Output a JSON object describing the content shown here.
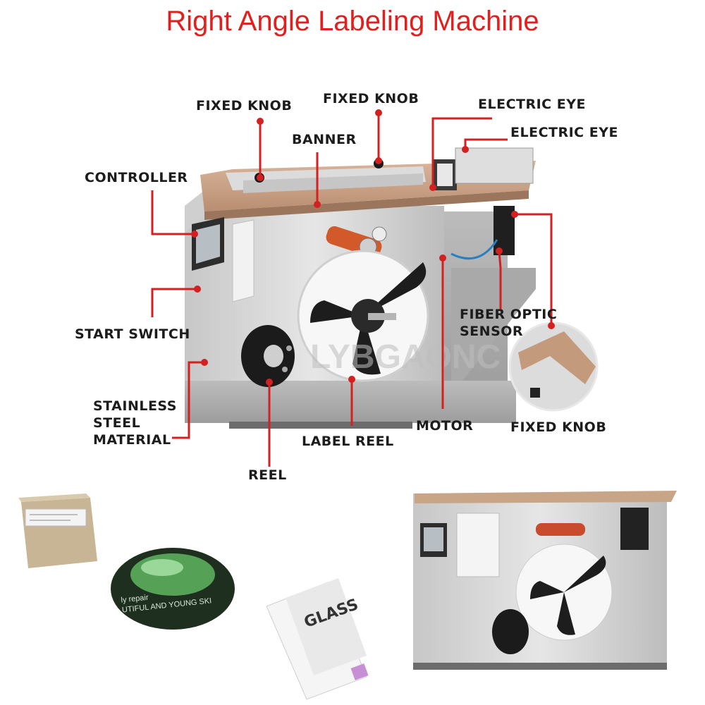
{
  "title": "Right Angle Labeling Machine",
  "callouts": {
    "fixed_knob_1": "FIXED KNOB",
    "fixed_knob_2": "FIXED KNOB",
    "electric_eye_1": "ELECTRIC EYE",
    "electric_eye_2": "ELECTRIC EYE",
    "banner": "BANNER",
    "controller": "CONTROLLER",
    "start_switch": "START SWITCH",
    "stainless_steel_material": "STAINLESS\nSTEEL\nMATERIAL",
    "reel": "REEL",
    "label_reel": "LABEL REEL",
    "motor": "MOTOR",
    "fiber_optic_sensor": "FIBER OPTIC\nSENSOR",
    "fixed_knob_3": "FIXED KNOB"
  },
  "samples": {
    "glass_box_text": "GLASS",
    "bottle_text": "ly repair\nUTIFUL AND YOUNG SKI"
  },
  "watermark": "LYBGAONC",
  "colors": {
    "title": "#e0201e",
    "callout_line": "#d32020",
    "label_text": "#1c1c1c",
    "top_plate": "#c9a084",
    "steel": "#d4d4d4"
  }
}
